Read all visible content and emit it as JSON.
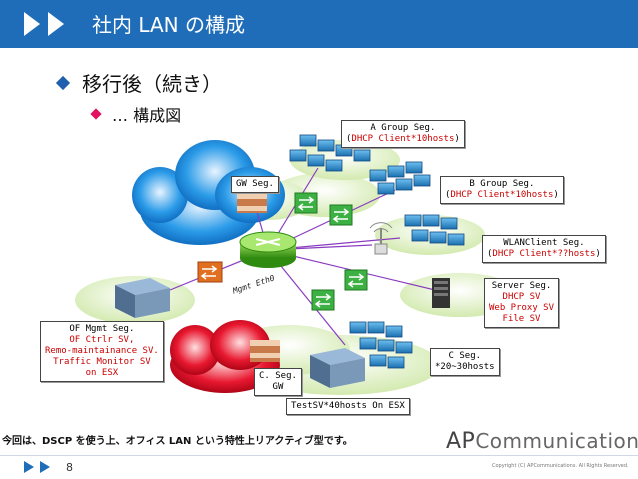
{
  "header": {
    "title": "社内 LAN の構成"
  },
  "bullets": {
    "level1": "移行後（続き）",
    "level2": "… 構成図"
  },
  "segments": {
    "a_group": {
      "title": "A Group Seg.",
      "detail": "DHCP Client*10hosts",
      "open": "(",
      "close": ")"
    },
    "b_group": {
      "title": "B Group Seg.",
      "detail": "DHCP Client*10hosts",
      "open": "(",
      "close": ")"
    },
    "gw": {
      "title": "GW Seg."
    },
    "wlan": {
      "title": "WLANClient Seg.",
      "detail": "DHCP Client*??hosts",
      "open": "(",
      "close": ")"
    },
    "server": {
      "title": "Server Seg.",
      "lines": [
        "DHCP SV",
        "Web Proxy SV",
        "File SV"
      ]
    },
    "of_mgmt": {
      "title": "OF Mgmt Seg.",
      "lines": [
        "OF Ctrlr SV,",
        "Remo-maintainance SV.",
        "Traffic Monitor SV",
        "on ESX"
      ]
    },
    "c_seg": {
      "title": "C Seg.",
      "detail": "*20~30hosts"
    },
    "c_gw": {
      "title": "C. Seg.",
      "detail": "GW"
    },
    "testsv": {
      "title": "TestSV*40hosts On ESX"
    }
  },
  "mgmt_label": "Mgmt Eth0",
  "footer": {
    "note": "今回は、DSCP を使う上、オフィス LAN という特性上リアクティブ型です。",
    "brand_prefix": "AP",
    "brand_rest": "Communications",
    "copyright": "Copyright (C) APCommunications. All Rights Reserved.",
    "page_number": "8"
  },
  "colors": {
    "header": "#1f6db8",
    "accent_red": "#cc0000",
    "bullet_blue": "#1f5fae",
    "bullet_pink": "#e0115f"
  }
}
